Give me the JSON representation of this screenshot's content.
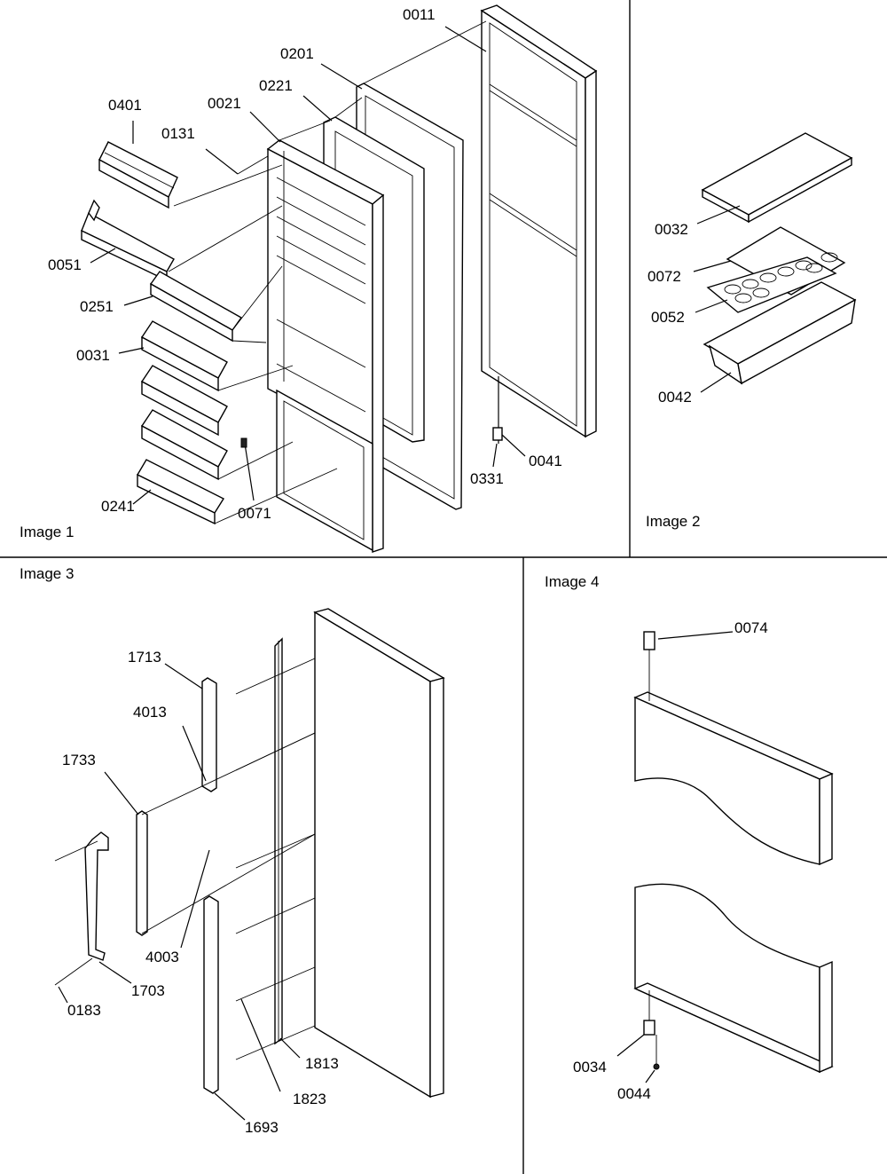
{
  "panels": [
    {
      "id": "image1",
      "title": "Image 1",
      "labels": [
        "0011",
        "0201",
        "0221",
        "0021",
        "0401",
        "0131",
        "0051",
        "0251",
        "0031",
        "0241",
        "0071",
        "0331",
        "0041"
      ]
    },
    {
      "id": "image2",
      "title": "Image 2",
      "labels": [
        "0032",
        "0072",
        "0052",
        "0042"
      ]
    },
    {
      "id": "image3",
      "title": "Image 3",
      "labels": [
        "1713",
        "4013",
        "1733",
        "4003",
        "1703",
        "0183",
        "1813",
        "1823",
        "1693"
      ]
    },
    {
      "id": "image4",
      "title": "Image 4",
      "labels": [
        "0074",
        "0034",
        "0044"
      ]
    }
  ]
}
